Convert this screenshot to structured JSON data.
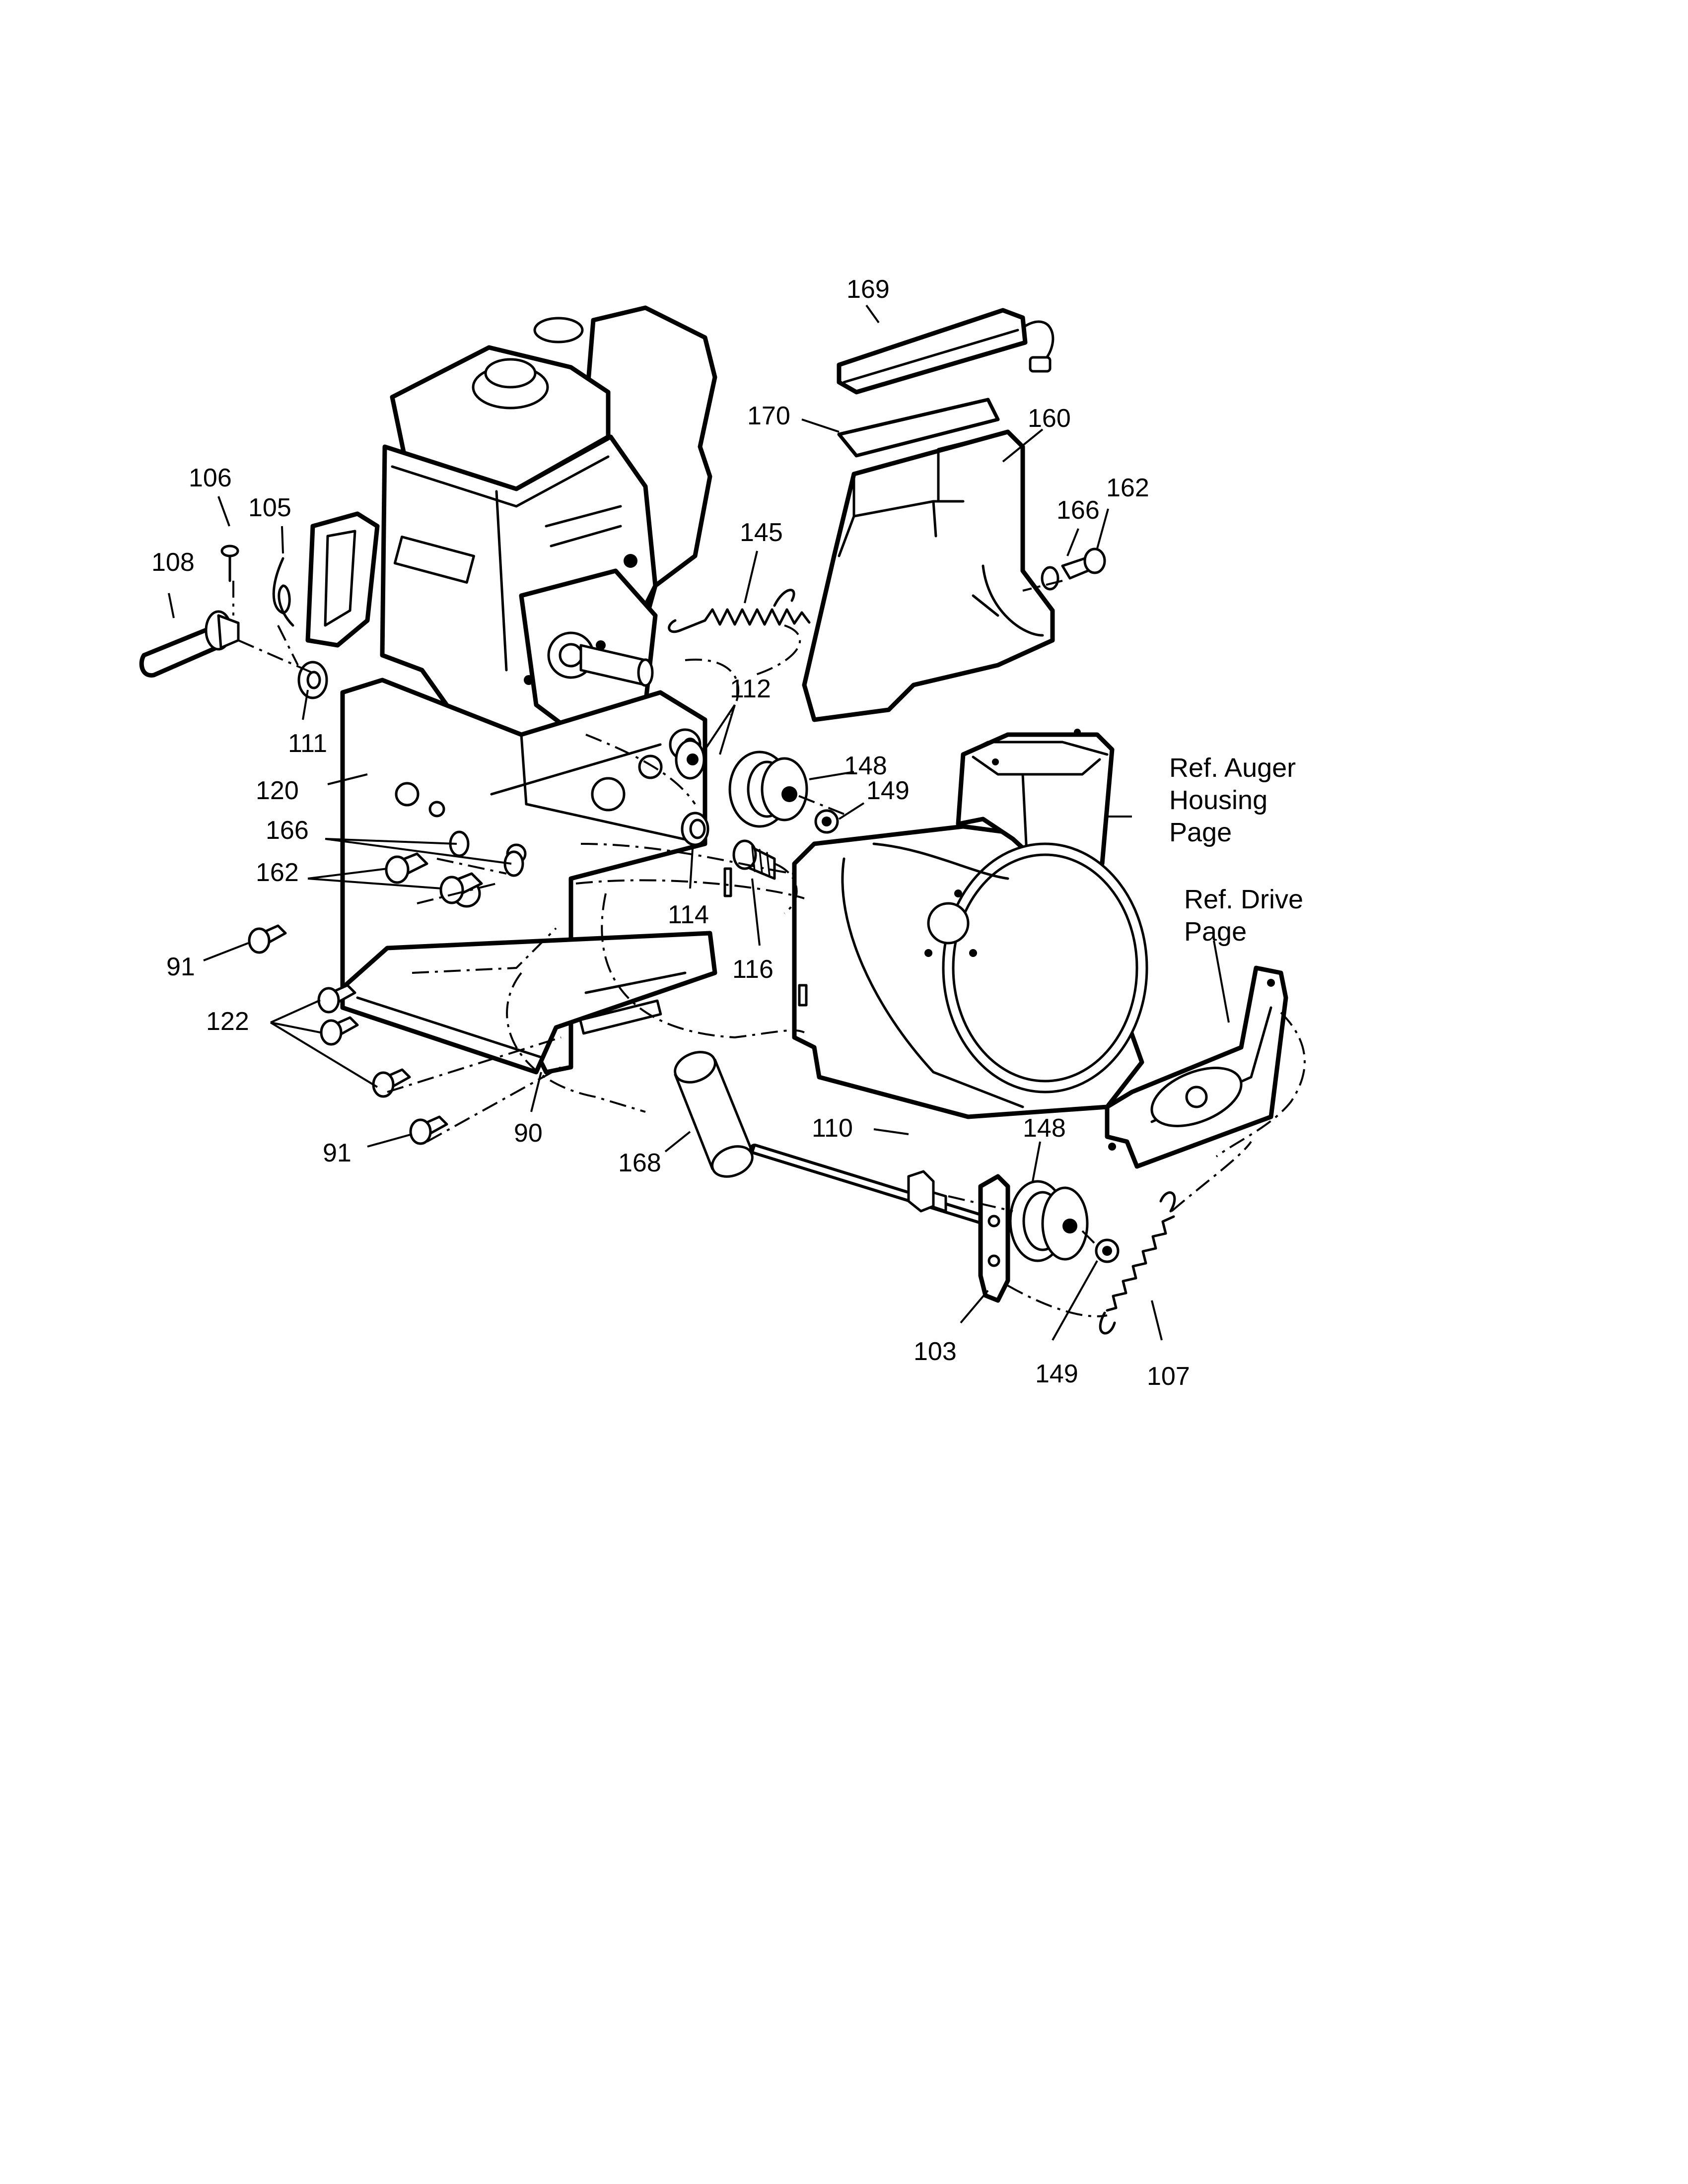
{
  "callouts": {
    "c169": "169",
    "c170": "170",
    "c160": "160",
    "c166a": "166",
    "c162a": "162",
    "c106": "106",
    "c105": "105",
    "c145": "145",
    "c108": "108",
    "c112": "112",
    "c111": "111",
    "c148a": "148",
    "c149a": "149",
    "c120": "120",
    "c166b": "166",
    "c162b": "162",
    "c114": "114",
    "c91a": "91",
    "c116": "116",
    "c122": "122",
    "c91b": "91",
    "c90": "90",
    "c168": "168",
    "c110": "110",
    "c148b": "148",
    "c103": "103",
    "c149b": "149",
    "c107": "107"
  },
  "references": {
    "auger": [
      "Ref. Auger",
      "Housing",
      "Page"
    ],
    "drive": [
      "Ref. Drive",
      "Page"
    ]
  }
}
